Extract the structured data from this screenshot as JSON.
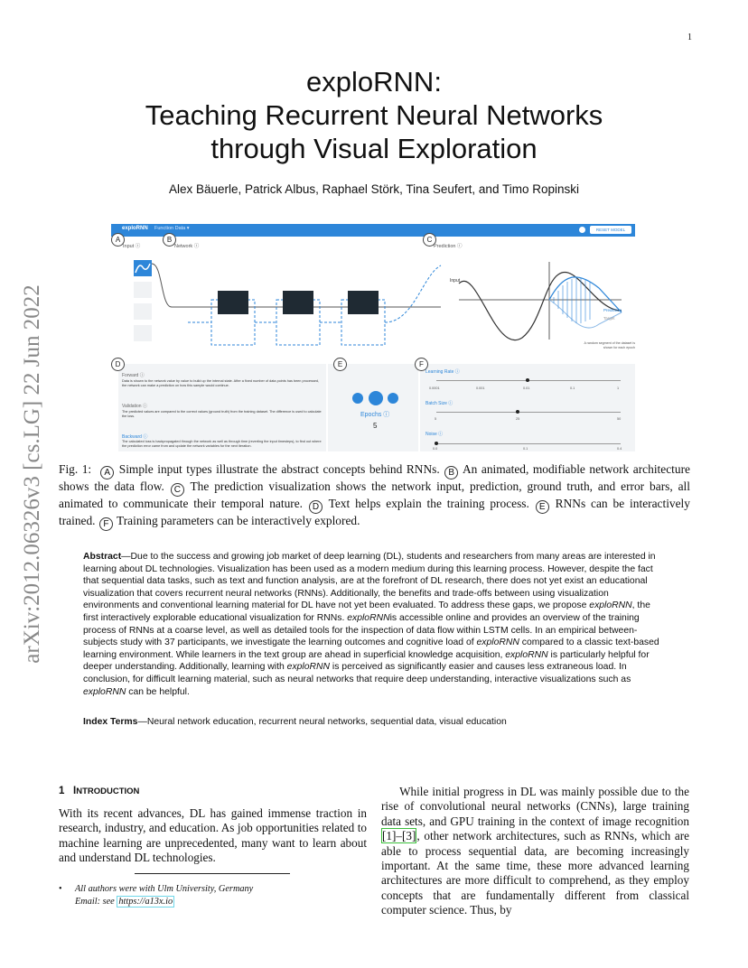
{
  "page_number": "1",
  "arxiv_id": "arXiv:2012.06326v3  [cs.LG]  22 Jun 2022",
  "title_lines": [
    "exploRNN:",
    "Teaching Recurrent Neural Networks",
    "through Visual Exploration"
  ],
  "authors": "Alex Bäuerle, Patrick Albus, Raphael Störk, Tina Seufert, and Timo Ropinski",
  "figure": {
    "app_name": "exploRNN",
    "function_menu": "Function Data ▾",
    "reset_button": "RESET MODEL",
    "badges": [
      "A",
      "B",
      "C",
      "D",
      "E",
      "F"
    ],
    "input_label": "Input ⓘ",
    "network_label": "Network ⓘ",
    "prediction_label": "Prediction ⓘ",
    "plot_input": "Input",
    "plot_prediction": "Prediction",
    "plot_target": "Target",
    "plot_note": "A random segment of the dataset is shown for each epoch",
    "forward_title": "Forward ⓘ",
    "forward_text": "Data is shown to the network value by value to build up the internal state. After a fixed number of data points has been processed, the network can make a prediction on how this sample would continue.",
    "validation_title": "Validation ⓘ",
    "validation_text": "The predicted values are compared to the correct values (ground truth) from the training dataset. The difference is used to calculate the loss.",
    "backward_title": "Backward ⓘ",
    "backward_text": "The calculated loss is backpropagated through the network as well as through time (reverting the input timesteps), to find out where the prediction error came from and update the network variables for the next iteration.",
    "epochs_label": "Epochs ⓘ",
    "epochs_value": "5",
    "learning_rate": {
      "label": "Learning Rate ⓘ",
      "ticks": [
        "0.0001",
        "0.001",
        "0.01",
        "0.1",
        "1"
      ],
      "value": "0.01"
    },
    "batch_size": {
      "label": "Batch Size ⓘ",
      "ticks": [
        "5",
        "25",
        "50"
      ],
      "value": "25"
    },
    "noise": {
      "label": "Noise ⓘ",
      "ticks": [
        "0.0",
        "0.1",
        "0.4"
      ],
      "value": "0.0"
    }
  },
  "caption": {
    "prefix": "Fig. 1:",
    "parts": [
      {
        "badge": "A",
        "text": "Simple input types illustrate the abstract concepts behind RNNs."
      },
      {
        "badge": "B",
        "text": "An animated, modifiable network architecture shows the data flow."
      },
      {
        "badge": "C",
        "text": "The prediction visualization shows the network input, prediction, ground truth, and error bars, all animated to communicate their temporal nature."
      },
      {
        "badge": "D",
        "text": "Text helps explain the training process."
      },
      {
        "badge": "E",
        "text": "RNNs can be interactively trained."
      },
      {
        "badge": "F",
        "text": "Training parameters can be interactively explored."
      }
    ]
  },
  "abstract": {
    "label": "Abstract",
    "s1": "—Due to the success and growing job market of deep learning (DL), students and researchers from many areas are interested in learning about DL technologies. Visualization has been used as a modern medium during this learning process. However, despite the fact that sequential data tasks, such as text and function analysis, are at the forefront of DL research, there does not yet exist an educational visualization that covers recurrent neural networks (RNNs). Additionally, the benefits and trade-offs between using visualization environments and conventional learning material for DL have not yet been evaluated. To address these gaps, we propose ",
    "e1": "exploRNN",
    "s2": ", the first interactively explorable educational visualization for RNNs. ",
    "e2": "exploRNN",
    "s3": "is accessible online and provides an overview of the training process of RNNs at a coarse level, as well as detailed tools for the inspection of data flow within LSTM cells. In an empirical between-subjects study with 37 participants, we investigate the learning outcomes and cognitive load of ",
    "e3": "exploRNN",
    "s4": " compared to a classic text-based learning environment. While learners in the text group are ahead in superficial knowledge acquisition, ",
    "e4": "exploRNN",
    "s5": " is particularly helpful for deeper understanding. Additionally, learning with ",
    "e5": "exploRNN",
    "s6": " is perceived as significantly easier and causes less extraneous load. In conclusion, for difficult learning material, such as neural networks that require deep understanding, interactive visualizations such as ",
    "e6": "exploRNN",
    "s7": " can be helpful."
  },
  "index_terms": {
    "label": "Index Terms",
    "text": "—Neural network education, recurrent neural networks, sequential data, visual education"
  },
  "section": {
    "number": "1",
    "first_letter": "I",
    "rest": "NTRODUCTION"
  },
  "col1_text": "With its recent advances, DL has gained immense traction in research, industry, and education. As job opportunities related to machine learning are unprecedented, many want to learn about and understand DL technologies.",
  "footnote": {
    "line1": "All authors were with Ulm University, Germany",
    "line2_prefix": "Email: see ",
    "link": "https://a13x.io"
  },
  "col2": {
    "before_ref": "While initial progress in DL was mainly possible due to the rise of convolutional neural networks (CNNs), large training data sets, and GPU training in the context of image recognition ",
    "ref": "[1]–[3]",
    "after_ref": ", other network architectures, such as RNNs, which are able to process sequential data, are becoming increasingly important. At the same time, these more advanced learning architectures are more difficult to comprehend, as they employ concepts that are fundamentally different from classical computer science. Thus, by"
  }
}
